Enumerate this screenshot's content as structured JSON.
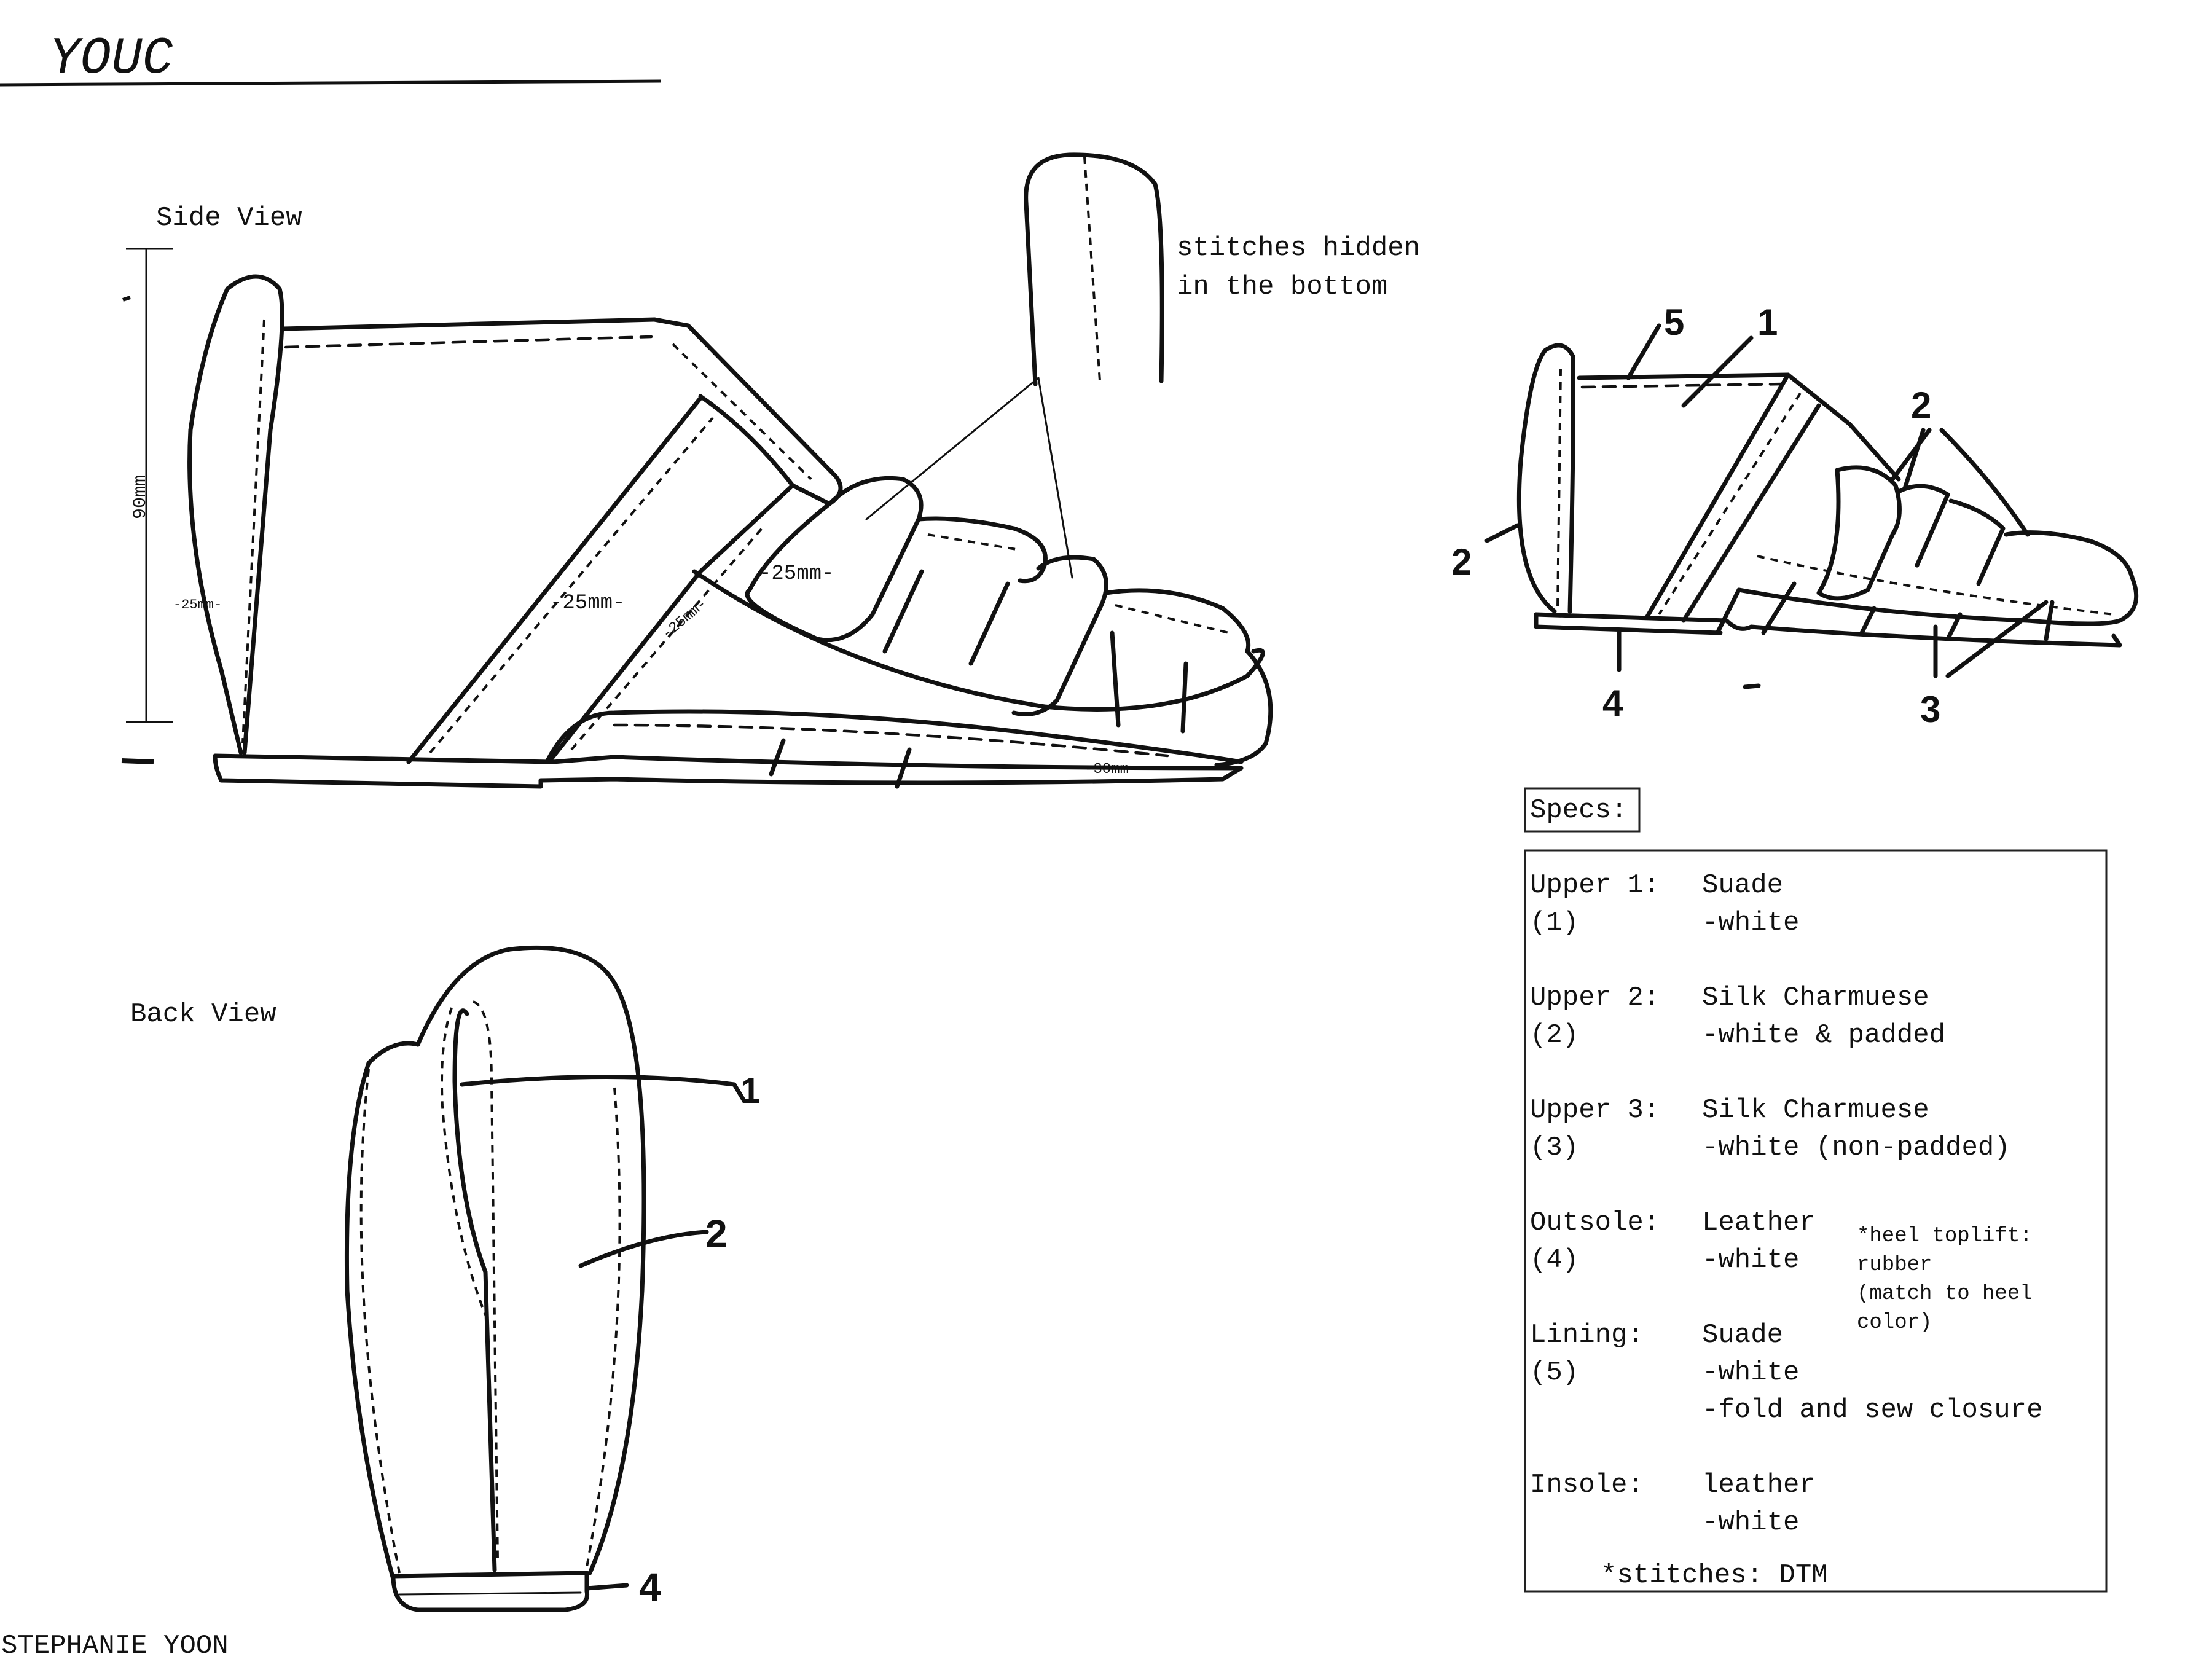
{
  "header": {
    "brand": "YOUC",
    "designer": "STEPHANIE YOON"
  },
  "side_view": {
    "title": "Side View",
    "dims": {
      "height": "90mm",
      "heel": "-25mm-",
      "strap_a": "-25mm-",
      "strap_b": "-25mm-",
      "strap_c": "-25mm-",
      "sole": "-30mm-"
    },
    "note": [
      "stitches hidden",
      "in the bottom"
    ]
  },
  "back_view": {
    "title": "Back View",
    "callouts": [
      "1",
      "2",
      "4"
    ]
  },
  "callout_view": {
    "callouts": [
      "5",
      "1",
      "2",
      "2",
      "4",
      "3"
    ]
  },
  "specs": {
    "label": "Specs:",
    "rows": [
      {
        "name": "Upper 1:",
        "num": "(1)",
        "material": "Suade",
        "detail": "-white"
      },
      {
        "name": "Upper 2:",
        "num": "(2)",
        "material": "Silk Charmuese",
        "detail": "-white & padded"
      },
      {
        "name": "Upper 3:",
        "num": "(3)",
        "material": "Silk Charmuese",
        "detail": "-white (non-padded)"
      },
      {
        "name": "Outsole:",
        "num": "(4)",
        "material": "Leather",
        "detail": "-white"
      },
      {
        "name": "Lining:",
        "num": "(5)",
        "material": "Suade",
        "detail": "-white",
        "extra": "-fold and sew closure"
      },
      {
        "name": "Insole:",
        "num": "",
        "material": "leather",
        "detail": "-white"
      }
    ],
    "heel_note": [
      "*heel toplift:",
      "rubber",
      "(match to heel",
      "color)"
    ],
    "footer": "*stitches: DTM"
  }
}
